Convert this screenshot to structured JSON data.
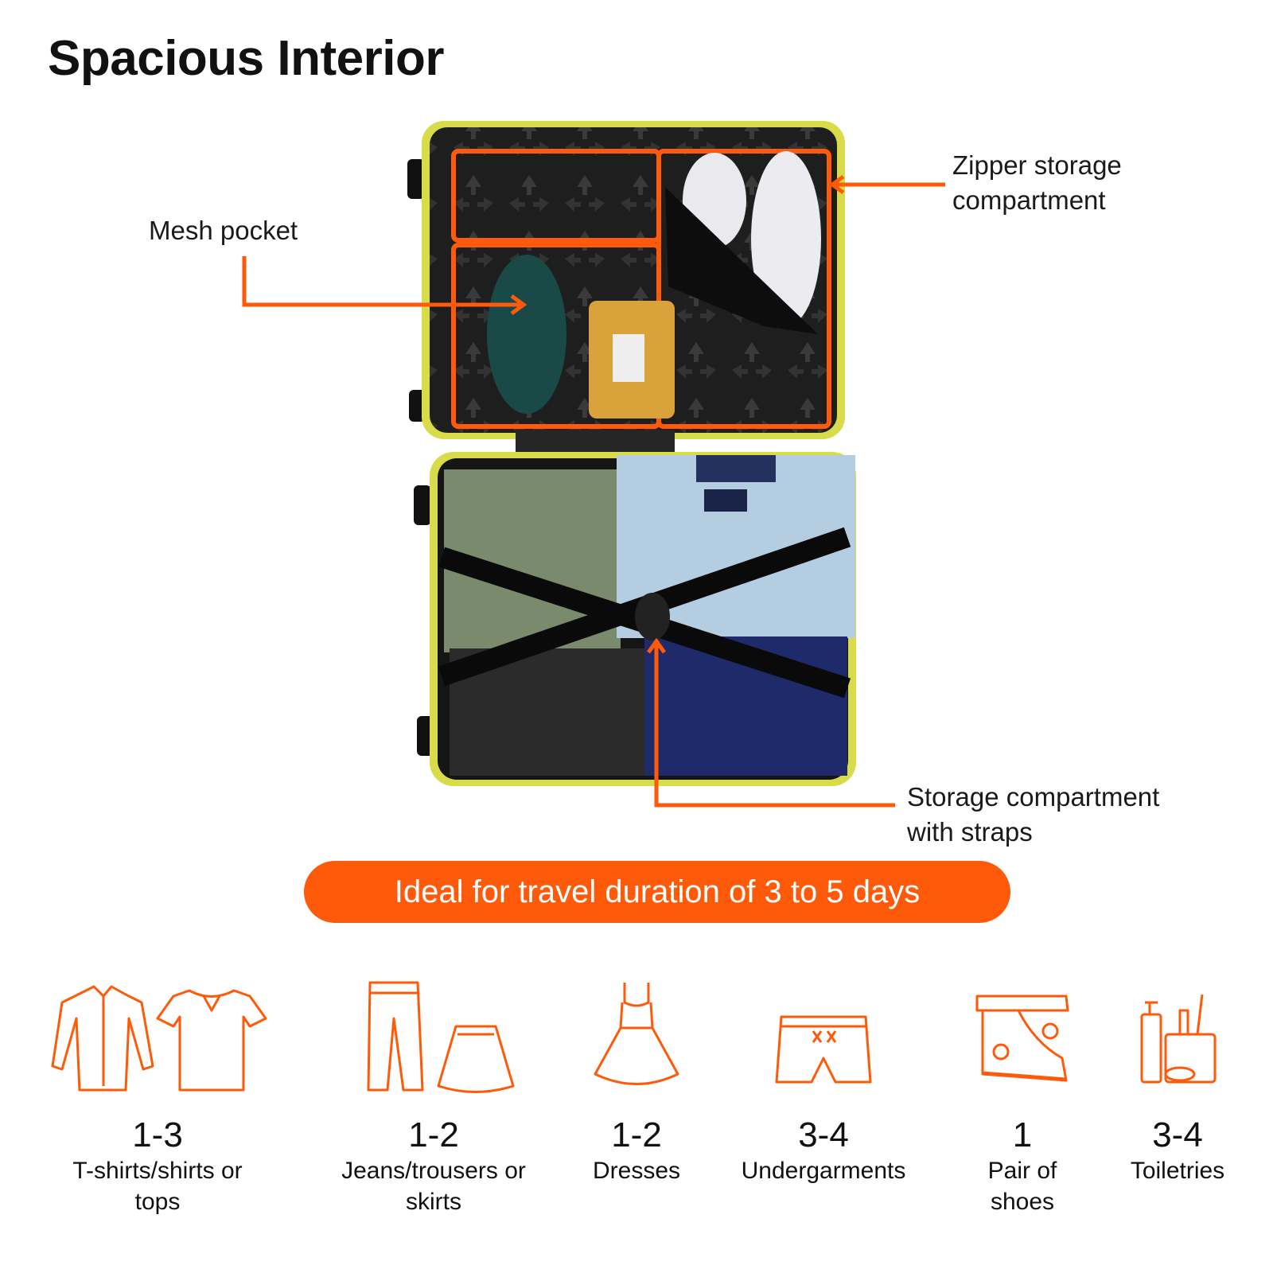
{
  "title": "Spacious Interior",
  "callouts": {
    "mesh_pocket": [
      "Mesh pocket"
    ],
    "zipper_storage": [
      "Zipper storage",
      "compartment"
    ],
    "straps_storage": [
      "Storage compartment",
      "with straps"
    ]
  },
  "banner": "Ideal for travel duration of 3 to 5 days",
  "colors": {
    "accent": "#ff5a0a",
    "shell": "#d8dc4a",
    "lining": "#1c1c1c"
  },
  "packing_items": [
    {
      "qty": "1-3",
      "label": [
        "T-shirts/shirts or",
        "tops"
      ],
      "icon": "shirt-icon"
    },
    {
      "qty": "1-2",
      "label": [
        "Jeans/trousers or",
        "skirts"
      ],
      "icon": "trousers-icon"
    },
    {
      "qty": "1-2",
      "label": [
        "Dresses"
      ],
      "icon": "dress-icon"
    },
    {
      "qty": "3-4",
      "label": [
        "Undergarments"
      ],
      "icon": "undergarment-icon"
    },
    {
      "qty": "1",
      "label": [
        "Pair of",
        "shoes"
      ],
      "icon": "sneaker-icon"
    },
    {
      "qty": "3-4",
      "label": [
        "Toiletries"
      ],
      "icon": "toiletries-icon"
    }
  ]
}
